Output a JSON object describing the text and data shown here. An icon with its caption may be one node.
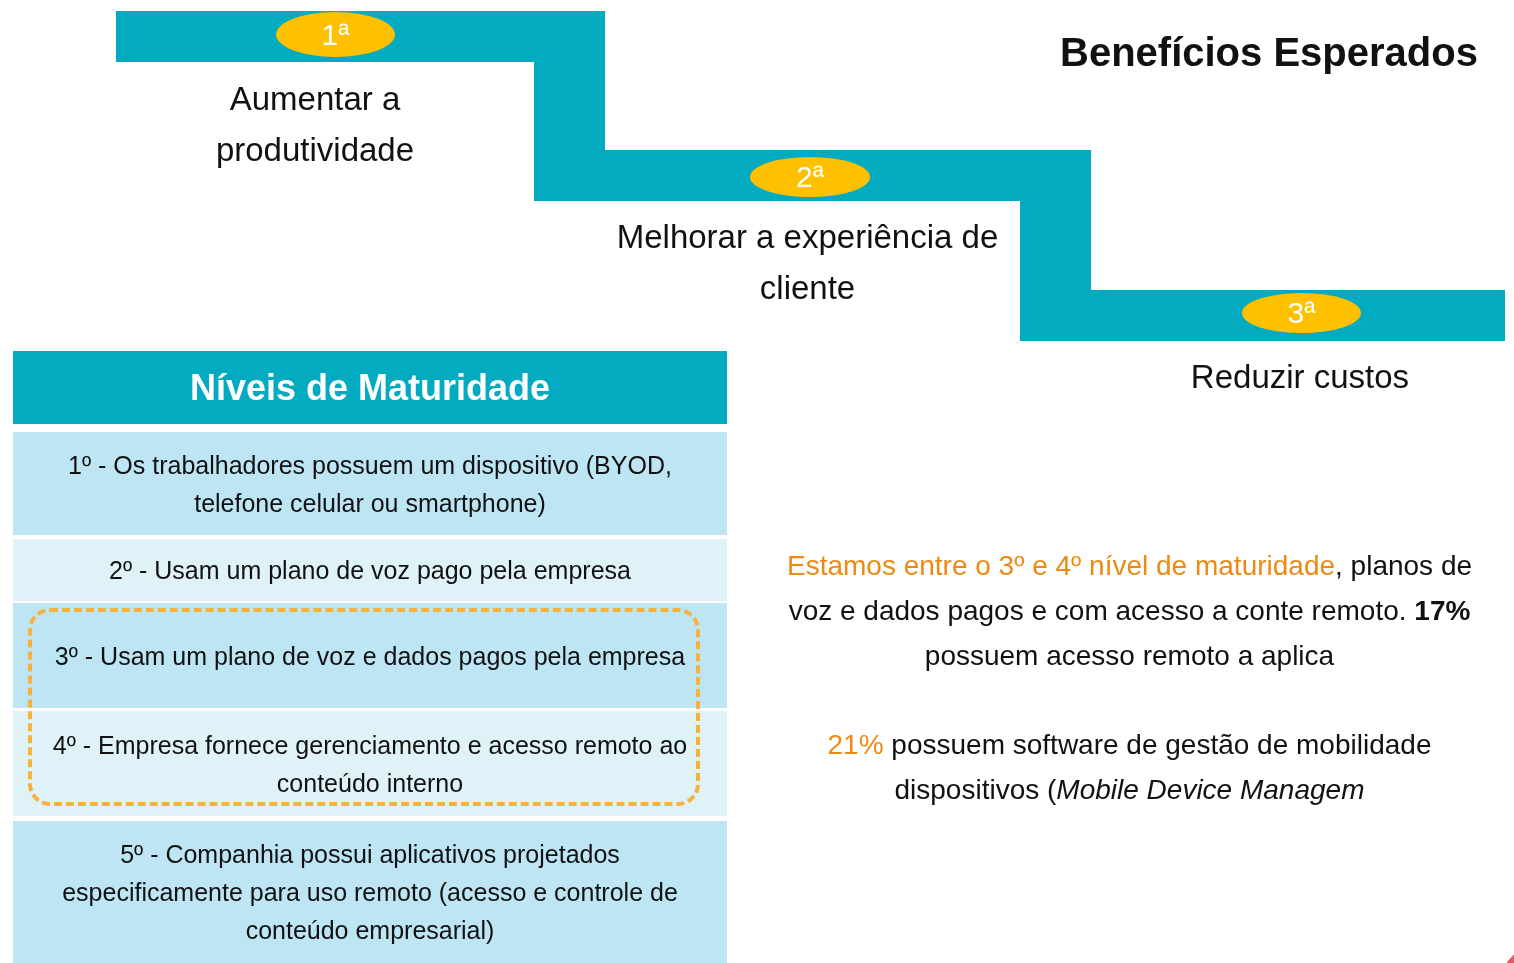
{
  "diagram": {
    "title": "Benefícios Esperados",
    "nodes": [
      {
        "text": [
          "1ª"
        ],
        "beside": [
          "Aumentar a produtividade"
        ]
      },
      {
        "text": [
          "2ª"
        ],
        "beside": [
          "Melhorar a experiência de cliente"
        ]
      },
      {
        "text": [
          "3ª"
        ],
        "beside": [
          "Reduzir custos"
        ]
      },
      {
        "text": [
          "Níveis de Maturidade"
        ]
      },
      {
        "text": [
          "1º - Os trabalhadores possuem um dispositivo (BYOD, telefone celular ou smartphone)"
        ]
      },
      {
        "text": [
          "2º - Usam um plano de voz pago pela empresa"
        ]
      },
      {
        "text": [
          "3º - Usam um plano de voz e dados pagos pela empresa"
        ]
      },
      {
        "text": [
          "4º - Empresa fornece gerenciamento e acesso remoto ao conteúdo interno"
        ]
      },
      {
        "text": [
          "5º - Companhia possui aplicativos projetados especificamente para uso remoto (acesso e controle de conteúdo empresarial)"
        ]
      }
    ],
    "edges": [],
    "labels": [
      "Estamos entre o 3º e 4º nível de maturidade",
      ", planos de voz e dados pagos e com acesso a conte remoto. **17%** possuem acesso remoto a aplica",
      "21%",
      "possuem software de gestão de mobilidade dispositivos (*Mobile Device Managem*"
    ]
  }
}
